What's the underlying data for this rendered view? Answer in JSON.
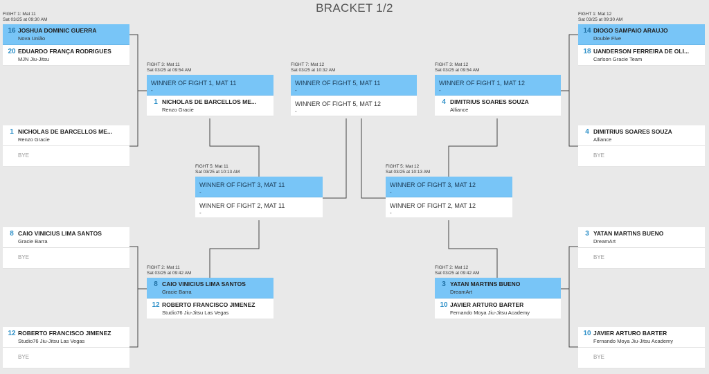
{
  "title": "BRACKET 1/2",
  "fights": {
    "f1_mat11": {
      "label": "FIGHT 1: Mat 11",
      "time": "Sat 03/25 at 09:30 AM",
      "top": {
        "seed": "16",
        "name": "JOSHUA DOMINIC GUERRA",
        "team": "Nova União"
      },
      "bottom": {
        "seed": "20",
        "name": "EDUARDO FRANÇA RODRIGUES",
        "team": "MJN Jiu-Jitsu"
      }
    },
    "f1_mat11_b": {
      "top": {
        "seed": "1",
        "name": "NICHOLAS DE BARCELLOS ME...",
        "team": "Renzo Gracie"
      },
      "bottom": {
        "bye": "BYE"
      }
    },
    "f1_mat11_c": {
      "top": {
        "seed": "8",
        "name": "CAIO VINICIUS LIMA SANTOS",
        "team": "Gracie Barra"
      },
      "bottom": {
        "bye": "BYE"
      }
    },
    "f1_mat11_d": {
      "top": {
        "seed": "12",
        "name": "ROBERTO FRANCISCO JIMENEZ",
        "team": "Studio76 Jiu-Jitsu Las Vegas"
      },
      "bottom": {
        "bye": "BYE"
      }
    },
    "f3_mat11": {
      "label": "FIGHT 3: Mat 11",
      "time": "Sat 03/25 at 09:54 AM",
      "top": {
        "text": "WINNER OF FIGHT 1, MAT 11",
        "sub": "-"
      },
      "bottom": {
        "seed": "1",
        "name": "NICHOLAS DE BARCELLOS ME...",
        "team": "Renzo Gracie"
      }
    },
    "f2_mat11": {
      "label": "FIGHT 2: Mat 11",
      "time": "Sat 03/25 at 09:42 AM",
      "top": {
        "seed": "8",
        "name": "CAIO VINICIUS LIMA SANTOS",
        "team": "Gracie Barra"
      },
      "bottom": {
        "seed": "12",
        "name": "ROBERTO FRANCISCO JIMENEZ",
        "team": "Studio76 Jiu-Jitsu Las Vegas"
      }
    },
    "f5_mat11": {
      "label": "FIGHT 5: Mat 11",
      "time": "Sat 03/25 at 10:13 AM",
      "top": {
        "text": "WINNER OF FIGHT 3, MAT 11",
        "sub": "-"
      },
      "bottom": {
        "text": "WINNER OF FIGHT 2, MAT 11",
        "sub": "-"
      }
    },
    "f7_mat12": {
      "label": "FIGHT 7: Mat 12",
      "time": "Sat 03/25 at 10:32 AM",
      "top": {
        "text": "WINNER OF FIGHT 5, MAT 11",
        "sub": "-"
      },
      "bottom": {
        "text": "WINNER OF FIGHT 5, MAT 12",
        "sub": "-"
      }
    },
    "f5_mat12": {
      "label": "FIGHT 5: Mat 12",
      "time": "Sat 03/25 at 10:13 AM",
      "top": {
        "text": "WINNER OF FIGHT 3, MAT 12",
        "sub": "-"
      },
      "bottom": {
        "text": "WINNER OF FIGHT 2, MAT 12",
        "sub": "-"
      }
    },
    "f3_mat12": {
      "label": "FIGHT 3: Mat 12",
      "time": "Sat 03/25 at 09:54 AM",
      "top": {
        "text": "WINNER OF FIGHT 1, MAT 12",
        "sub": "-"
      },
      "bottom": {
        "seed": "4",
        "name": "DIMITRIUS SOARES SOUZA",
        "team": "Alliance"
      }
    },
    "f2_mat12": {
      "label": "FIGHT 2: Mat 12",
      "time": "Sat 03/25 at 09:42 AM",
      "top": {
        "seed": "3",
        "name": "YATAN MARTINS BUENO",
        "team": "DreamArt"
      },
      "bottom": {
        "seed": "10",
        "name": "JAVIER ARTURO BARTER",
        "team": "Fernando Moya Jiu-Jitsu Academy"
      }
    },
    "f1_mat12": {
      "label": "FIGHT 1: Mat 12",
      "time": "Sat 03/25 at 09:30 AM",
      "top": {
        "seed": "14",
        "name": "DIOGO SAMPAIO ARAUJO",
        "team": "Double Five"
      },
      "bottom": {
        "seed": "18",
        "name": "UANDERSON FERREIRA DE OLI...",
        "team": "Carlson Gracie Team"
      }
    },
    "f1_mat12_b": {
      "top": {
        "seed": "4",
        "name": "DIMITRIUS SOARES SOUZA",
        "team": "Alliance"
      },
      "bottom": {
        "bye": "BYE"
      }
    },
    "f1_mat12_c": {
      "top": {
        "seed": "3",
        "name": "YATAN MARTINS BUENO",
        "team": "DreamArt"
      },
      "bottom": {
        "bye": "BYE"
      }
    },
    "f1_mat12_d": {
      "top": {
        "seed": "10",
        "name": "JAVIER ARTURO BARTER",
        "team": "Fernando Moya Jiu-Jitsu Academy"
      },
      "bottom": {
        "bye": "BYE"
      }
    }
  }
}
